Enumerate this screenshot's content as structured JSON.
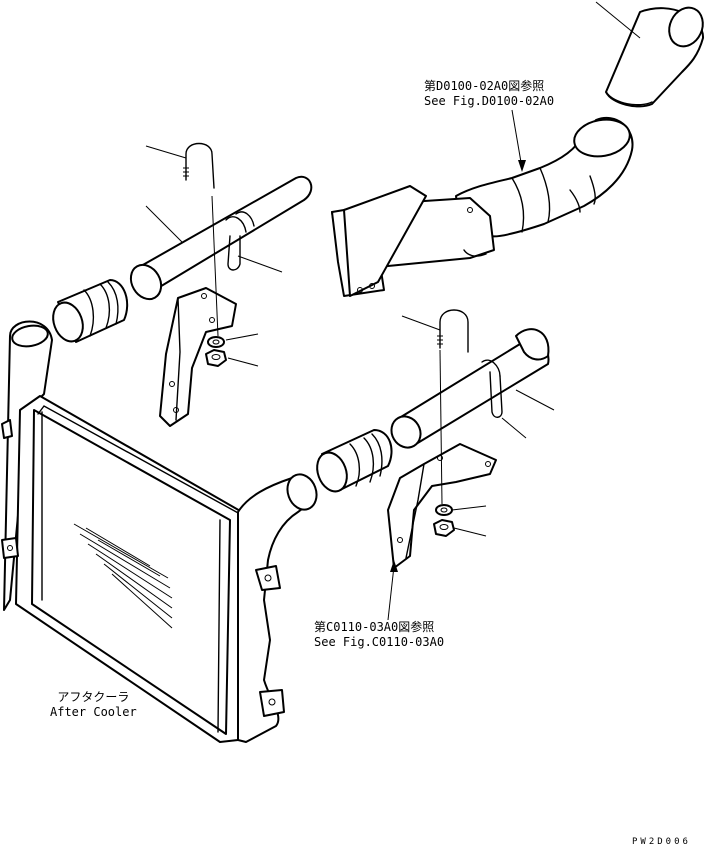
{
  "references": {
    "top": {
      "jp": "第D0100-02A0図参照",
      "en": "See Fig.D0100-02A0"
    },
    "bottom": {
      "jp": "第C0110-03A0図参照",
      "en": "See Fig.C0110-03A0"
    }
  },
  "part_label": {
    "jp": "アフタクーラ",
    "en": "After Cooler"
  },
  "drawing_code": "PW2D006"
}
